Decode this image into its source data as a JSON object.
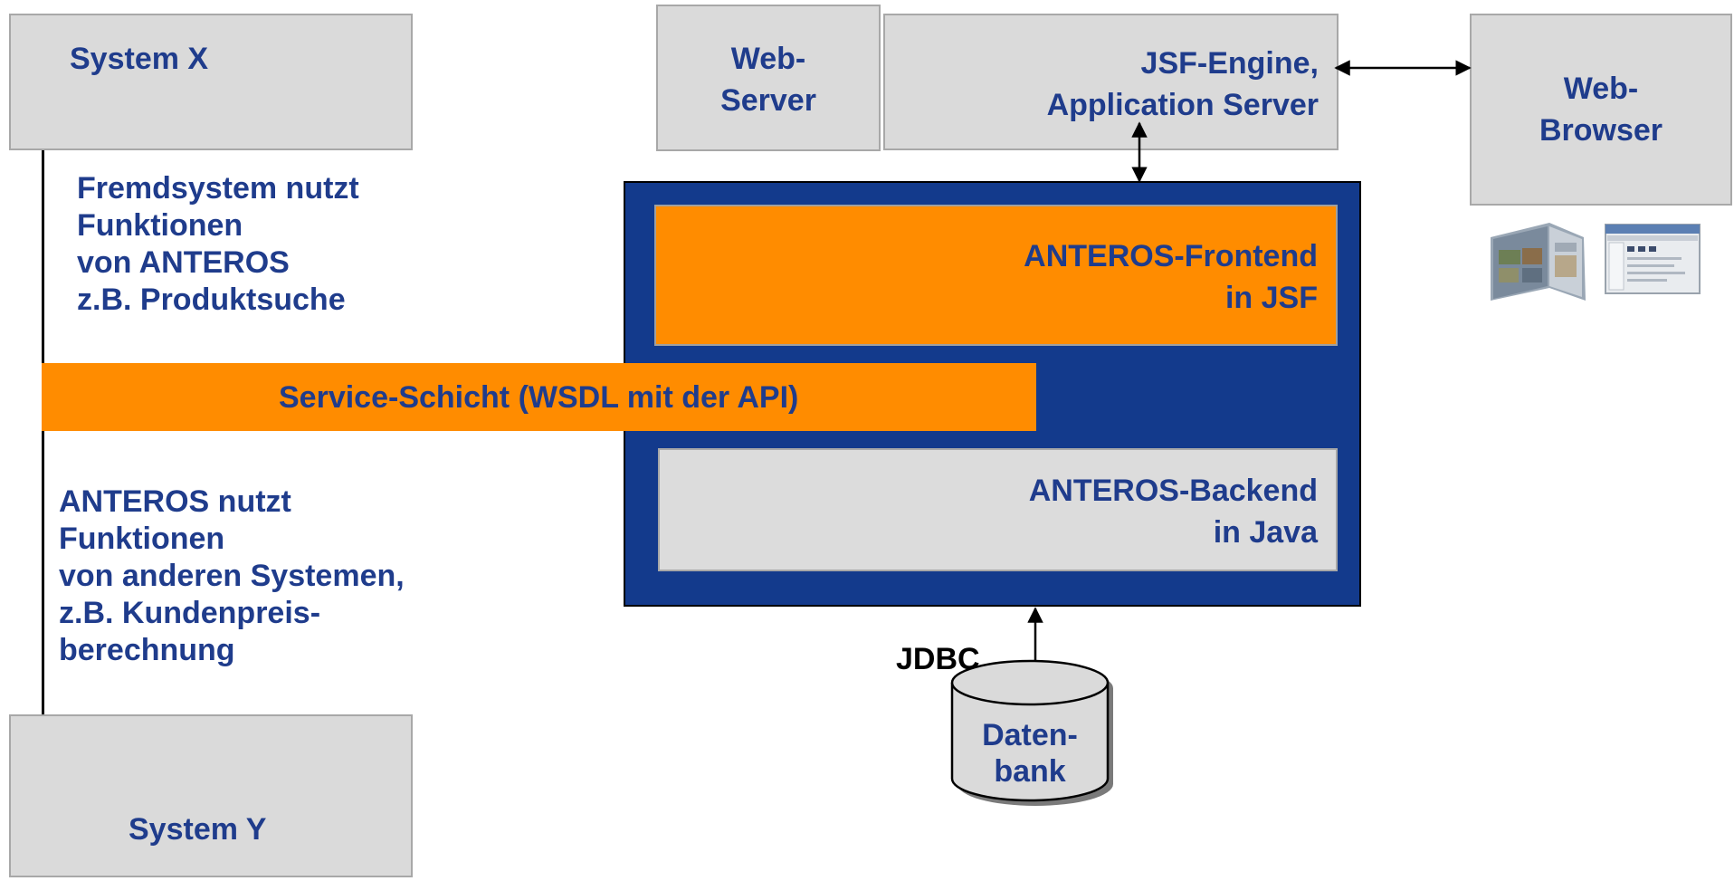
{
  "system_x": {
    "label": "System X"
  },
  "system_y": {
    "label": "System Y"
  },
  "web_server": {
    "line1": "Web-",
    "line2": "Server"
  },
  "jsf_engine": {
    "line1": "JSF-Engine,",
    "line2": "Application Server"
  },
  "web_browser": {
    "line1": "Web-",
    "line2": "Browser"
  },
  "frontend": {
    "line1": "ANTEROS-Frontend",
    "line2": "in JSF"
  },
  "backend": {
    "line1": "ANTEROS-Backend",
    "line2": "in Java"
  },
  "service_layer": {
    "label": "Service-Schicht (WSDL mit der API)"
  },
  "note_top": {
    "line1": "Fremdsystem nutzt",
    "line2": "Funktionen",
    "line3": "von ANTEROS",
    "line4": "z.B. Produktsuche"
  },
  "note_bottom": {
    "line1": "ANTEROS nutzt",
    "line2": "Funktionen",
    "line3": "von anderen Systemen,",
    "line4": "z.B. Kundenpreis-",
    "line5": "berechnung"
  },
  "jdbc": {
    "label": "JDBC"
  },
  "database": {
    "line1": "Daten-",
    "line2": "bank"
  },
  "colors": {
    "text": "#1f3c8c",
    "container": "#133a8c",
    "orange": "#ff8c00",
    "grey_box": "#dadada",
    "grey_border": "#a8a8a8"
  },
  "icons": [
    "brochure-icon",
    "browser-window-icon"
  ]
}
